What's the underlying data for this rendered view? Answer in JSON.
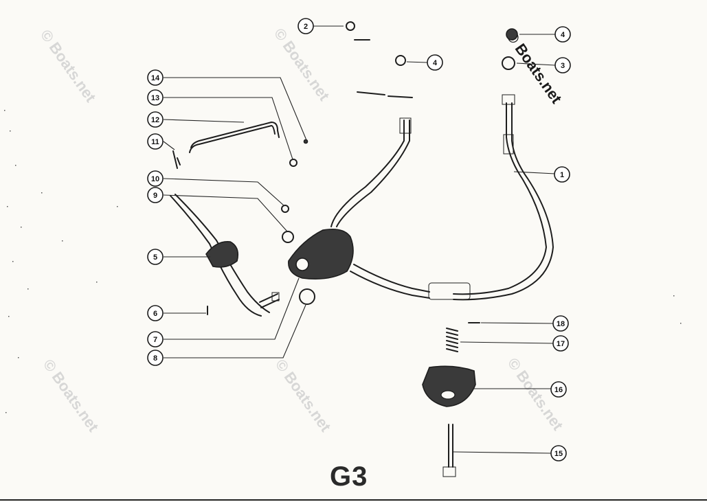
{
  "diagram_label": "G3",
  "watermark_text": "© Boats.net",
  "callouts": [
    {
      "label": "1"
    },
    {
      "label": "2"
    },
    {
      "label": "3"
    },
    {
      "label": "4"
    },
    {
      "label": "4"
    },
    {
      "label": "5"
    },
    {
      "label": "6"
    },
    {
      "label": "7"
    },
    {
      "label": "8"
    },
    {
      "label": "9"
    },
    {
      "label": "10"
    },
    {
      "label": "11"
    },
    {
      "label": "12"
    },
    {
      "label": "13"
    },
    {
      "label": "14"
    },
    {
      "label": "15"
    },
    {
      "label": "16"
    },
    {
      "label": "17"
    },
    {
      "label": "18"
    }
  ]
}
